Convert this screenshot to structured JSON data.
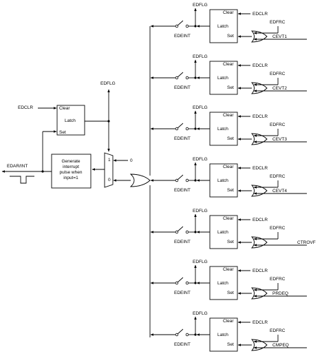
{
  "left": {
    "edclr": "EDCLR",
    "edflg": "EDFLG",
    "latch": {
      "clear": "Clear",
      "latch": "Latch",
      "set": "Set"
    },
    "generator": [
      "Generate",
      "interrupt",
      "pulse when",
      "input=1"
    ],
    "output": "EDAR/INT",
    "mux": {
      "in1": "1",
      "in0": "0",
      "const": "0"
    }
  },
  "cells": [
    {
      "source": "CEVT1",
      "edflg": "EDFLG",
      "edeint": "EDEINT",
      "edclr": "EDCLR",
      "edfrc": "EDFRC",
      "clear": "Clear",
      "latch": "Latch",
      "set": "Set"
    },
    {
      "source": "CEVT2",
      "edflg": "EDFLG",
      "edeint": "EDEINT",
      "edclr": "EDCLR",
      "edfrc": "EDFRC",
      "clear": "Clear",
      "latch": "Latch",
      "set": "Set"
    },
    {
      "source": "CEVT3",
      "edflg": "EDFLG",
      "edeint": "EDEINT",
      "edclr": "EDCLR",
      "edfrc": "EDFRC",
      "clear": "Clear",
      "latch": "Latch",
      "set": "Set"
    },
    {
      "source": "CEVT4",
      "edflg": "EDFLG",
      "edeint": "EDEINT",
      "edclr": "EDCLR",
      "edfrc": "EDFRC",
      "clear": "Clear",
      "latch": "Latch",
      "set": "Set"
    },
    {
      "source": "CTROVF",
      "edflg": "EDFLG",
      "edeint": "EDEINT",
      "edclr": "EDCLR",
      "edfrc": "EDFRC",
      "clear": "Clear",
      "latch": "Latch",
      "set": "Set"
    },
    {
      "source": "PRDEQ",
      "edflg": "EDFLG",
      "edeint": "EDEINT",
      "edclr": "EDCLR",
      "edfrc": "EDFRC",
      "clear": "Clear",
      "latch": "Latch",
      "set": "Set"
    },
    {
      "source": "CMPEQ",
      "edflg": "EDFLG",
      "edeint": "EDEINT",
      "edclr": "EDCLR",
      "edfrc": "EDFRC",
      "clear": "Clear",
      "latch": "Latch",
      "set": "Set"
    }
  ]
}
